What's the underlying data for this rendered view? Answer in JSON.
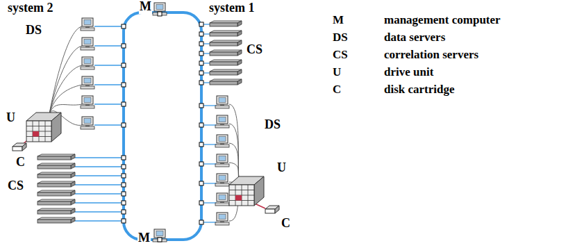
{
  "diagram": {
    "labels": [
      "system 2",
      "M",
      "system 1",
      "DS",
      "CS",
      "U",
      "C",
      "CS",
      "M",
      "DS",
      "U",
      "C",
      "M",
      "management computer",
      "DS",
      "data servers",
      "CS",
      "correlation servers",
      "U",
      "drive unit",
      "C",
      "disk cartridge"
    ]
  }
}
